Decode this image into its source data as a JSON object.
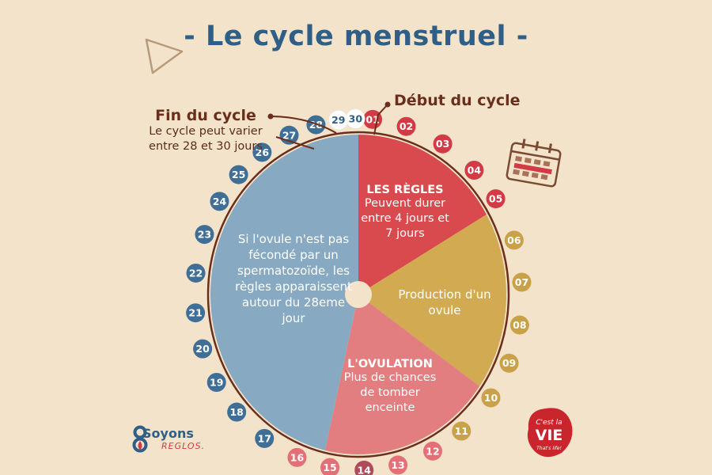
{
  "title": "- Le cycle menstruel -",
  "start_label": "Début du cycle",
  "end_note": {
    "title": "Fin du cycle",
    "body": "Le cycle peut varier entre 28 et 30 jours"
  },
  "segments": {
    "regles": {
      "head": "LES RÈGLES",
      "body": "Peuvent durer entre 4 jours et 7 jours",
      "color": "#d84a4d"
    },
    "production": {
      "body": "Production d'un ovule",
      "color": "#d2aa52"
    },
    "ovulation": {
      "head": "L'OVULATION",
      "body": "Plus de chances de tomber enceinte",
      "color": "#e27e80"
    },
    "rest": {
      "body": "Si l'ovule n'est pas fécondé par un spermatozoïde, les règles apparaissent autour du 28eme jour",
      "color": "#87aac2"
    }
  },
  "days": [
    {
      "label": "01",
      "color": "#d23a45"
    },
    {
      "label": "02",
      "color": "#d23a45"
    },
    {
      "label": "03",
      "color": "#d23a45"
    },
    {
      "label": "04",
      "color": "#d23a45"
    },
    {
      "label": "05",
      "color": "#d23a45"
    },
    {
      "label": "06",
      "color": "#c9a148"
    },
    {
      "label": "07",
      "color": "#c9a148"
    },
    {
      "label": "08",
      "color": "#c9a148"
    },
    {
      "label": "09",
      "color": "#c9a148"
    },
    {
      "label": "10",
      "color": "#c9a148"
    },
    {
      "label": "11",
      "color": "#c9a148"
    },
    {
      "label": "12",
      "color": "#e56f77"
    },
    {
      "label": "13",
      "color": "#e56f77"
    },
    {
      "label": "14",
      "color": "#b14a58"
    },
    {
      "label": "15",
      "color": "#e56f77"
    },
    {
      "label": "16",
      "color": "#e56f77"
    },
    {
      "label": "17",
      "color": "#3f6e97"
    },
    {
      "label": "18",
      "color": "#3f6e97"
    },
    {
      "label": "19",
      "color": "#3f6e97"
    },
    {
      "label": "20",
      "color": "#3f6e97"
    },
    {
      "label": "21",
      "color": "#3f6e97"
    },
    {
      "label": "22",
      "color": "#3f6e97"
    },
    {
      "label": "23",
      "color": "#3f6e97"
    },
    {
      "label": "24",
      "color": "#3f6e97"
    },
    {
      "label": "25",
      "color": "#3f6e97"
    },
    {
      "label": "26",
      "color": "#3f6e97"
    },
    {
      "label": "27",
      "color": "#3f6e97"
    },
    {
      "label": "28",
      "color": "#3f6e97"
    },
    {
      "label": "29",
      "color": "#ffffff"
    },
    {
      "label": "30",
      "color": "#ffffff"
    }
  ],
  "logo_left": {
    "line1": "Soyons",
    "line2": "REGLOS."
  },
  "logo_right": {
    "line1": "C'est la",
    "line2": "VIE",
    "line3": "That's life!"
  },
  "icons": [
    "triangle-icon",
    "calendar-icon"
  ]
}
